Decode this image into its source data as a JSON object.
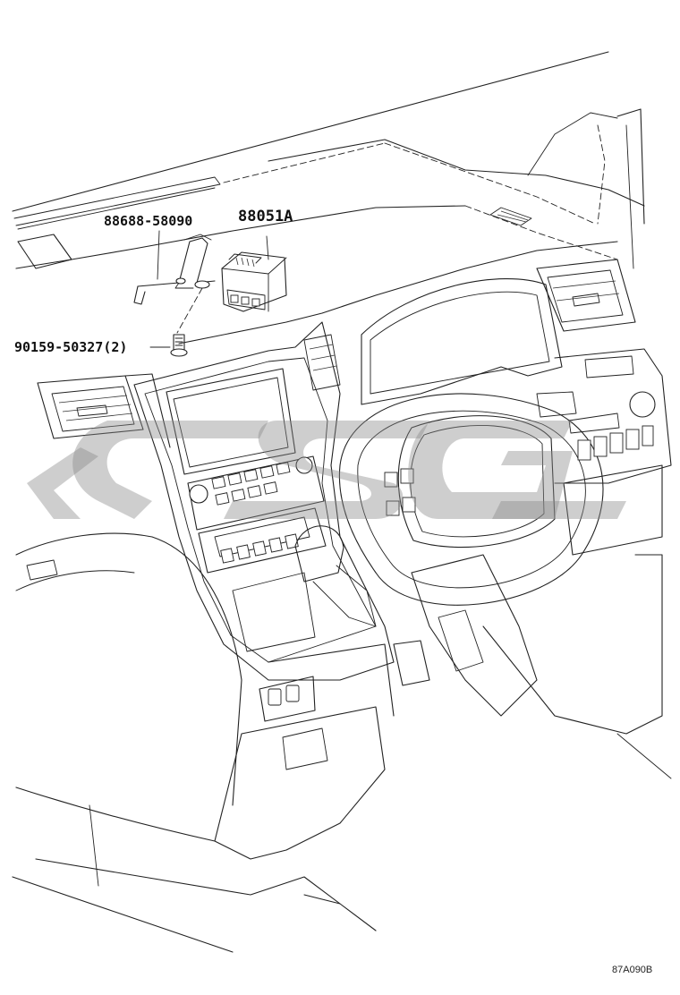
{
  "parts": {
    "bracket": "88688-58090",
    "module": "88051A",
    "bolt": "90159-50327(2)"
  },
  "reference_code": "87A090B",
  "colors": {
    "line": "#222222",
    "watermark": "#8a8a8a",
    "background": "#ffffff"
  }
}
